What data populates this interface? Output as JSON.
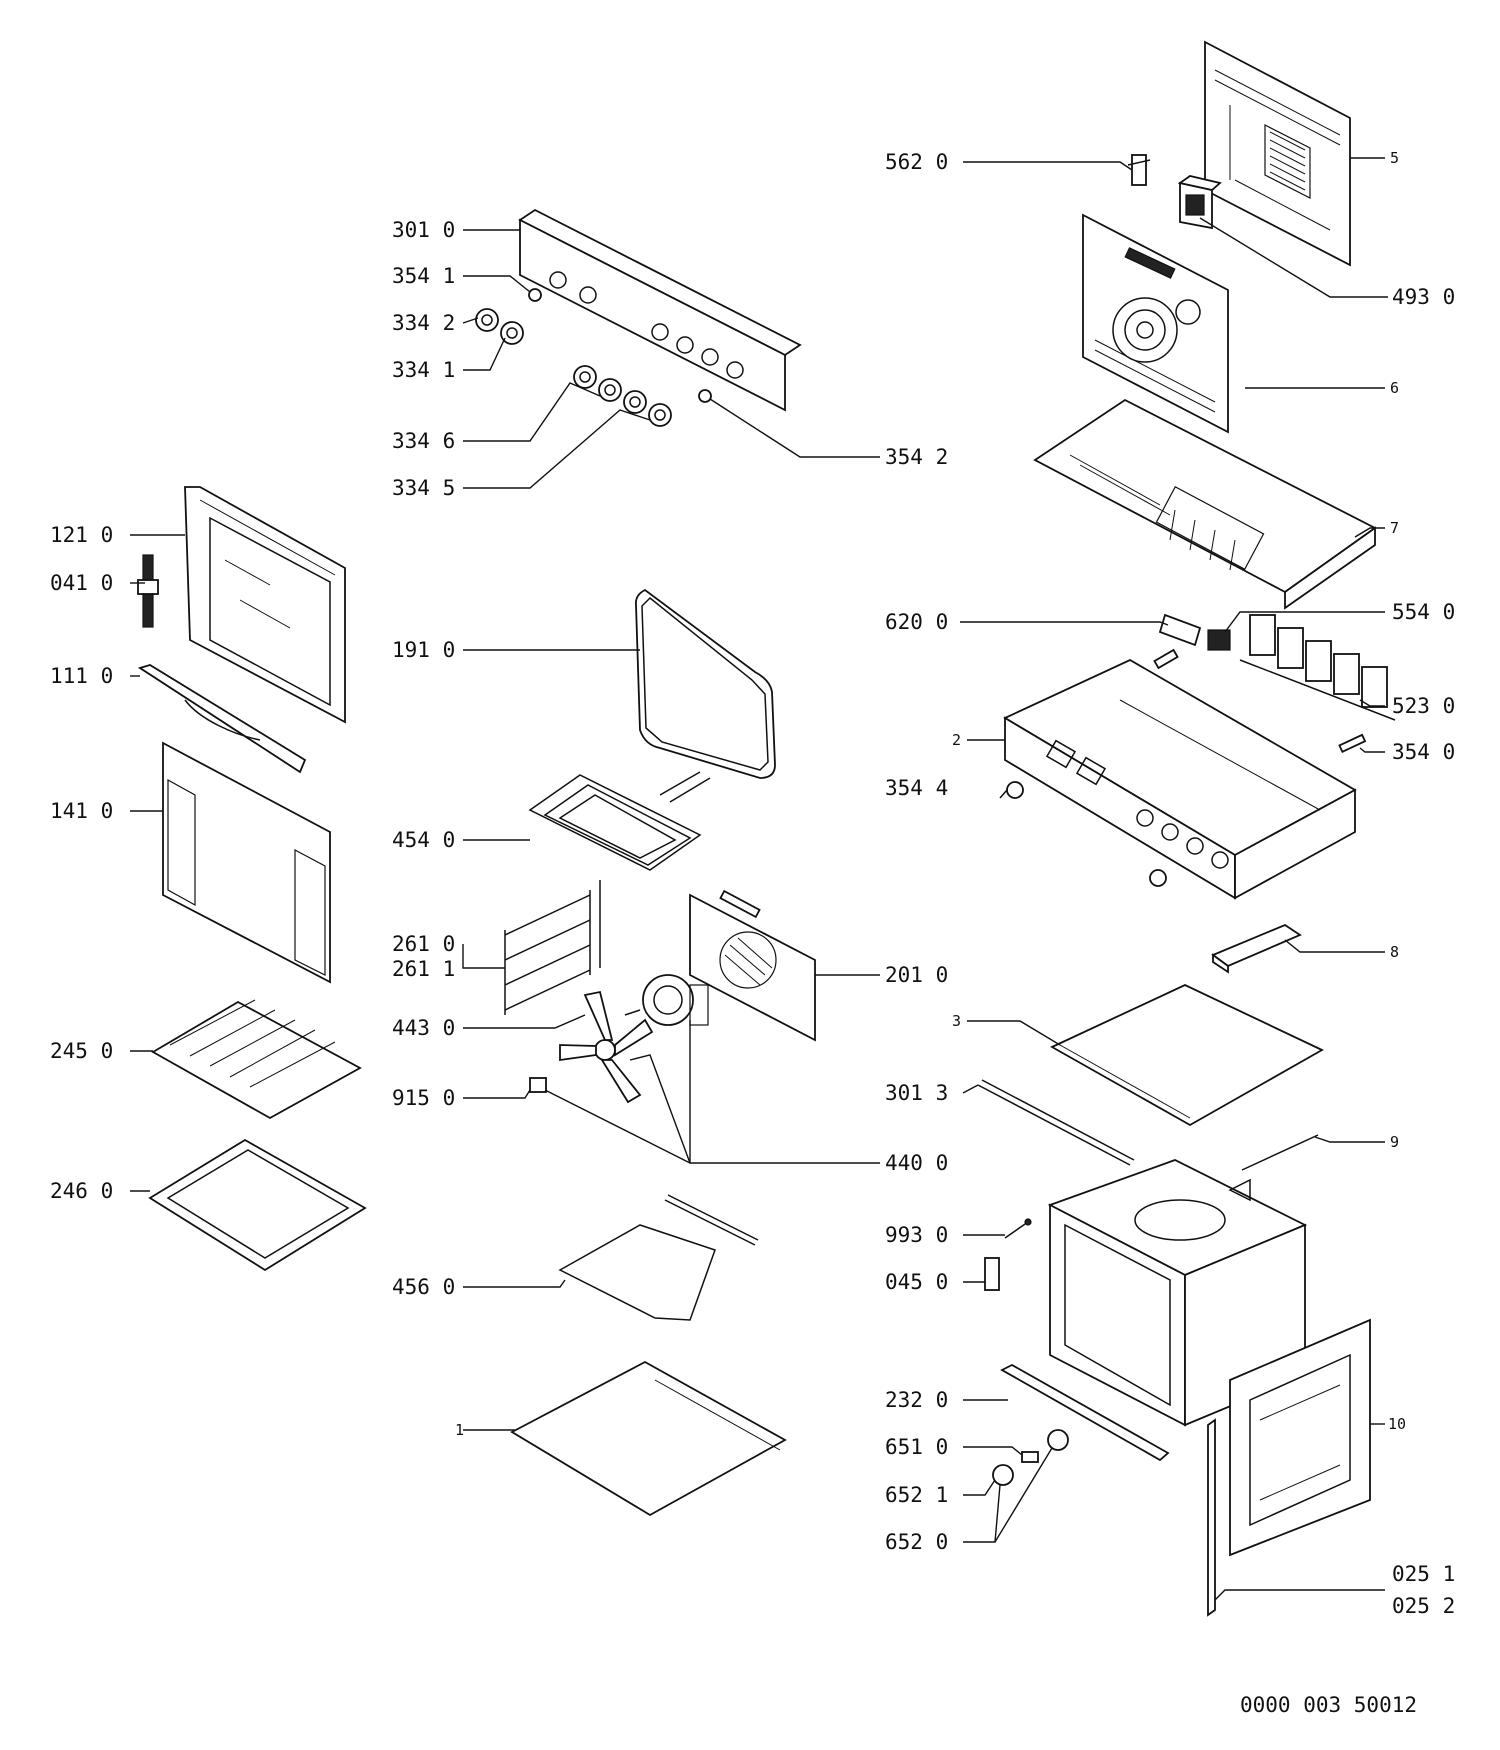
{
  "drawing_number": "0000 003 50012",
  "callouts": {
    "c562_0": "562 0",
    "c301_0": "301 0",
    "c354_1": "354 1",
    "c334_2": "334 2",
    "c334_1": "334 1",
    "c334_6": "334 6",
    "c334_5": "334 5",
    "c354_2": "354 2",
    "c493_0": "493 0",
    "c5": "5",
    "c6": "6",
    "c7": "7",
    "c121_0": "121 0",
    "c041_0": "041 0",
    "c191_0": "191 0",
    "c111_0": "111 0",
    "c620_0": "620 0",
    "c554_0": "554 0",
    "c523_0": "523 0",
    "c354_0": "354 0",
    "c2": "2",
    "c354_4": "354 4",
    "c141_0": "141 0",
    "c454_0": "454 0",
    "c261_0": "261 0",
    "c261_1": "261 1",
    "c201_0": "201 0",
    "c8": "8",
    "c3": "3",
    "c245_0": "245 0",
    "c443_0": "443 0",
    "c915_0": "915 0",
    "c301_3": "301 3",
    "c440_0": "440 0",
    "c9": "9",
    "c246_0": "246 0",
    "c993_0": "993 0",
    "c456_0": "456 0",
    "c045_0": "045 0",
    "c232_0": "232 0",
    "c1": "1",
    "c10": "10",
    "c651_0": "651 0",
    "c652_1": "652 1",
    "c652_0": "652 0",
    "c025_1": "025 1",
    "c025_2": "025 2"
  }
}
